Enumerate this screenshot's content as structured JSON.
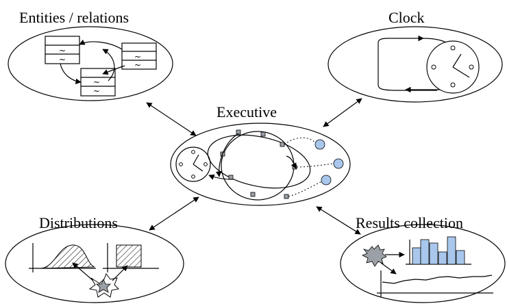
{
  "labels": {
    "entities": "Entities / relations",
    "clock": "Clock",
    "executive": "Executive",
    "distributions": "Distributions",
    "results": "Results collection"
  },
  "glyphs": {
    "tilde": "~"
  },
  "colors": {
    "stroke": "#000000",
    "node_fill": "#9aa0a6",
    "sampler_fill": "#a9c7ec",
    "bar_fill": "#a9c7ec",
    "background": "#ffffff"
  },
  "icons": [
    "table-icon",
    "clock-icon",
    "event-loop-icon",
    "distribution-curve-icon",
    "uniform-distribution-icon",
    "random-star-icon",
    "bar-chart-icon",
    "time-series-icon"
  ]
}
